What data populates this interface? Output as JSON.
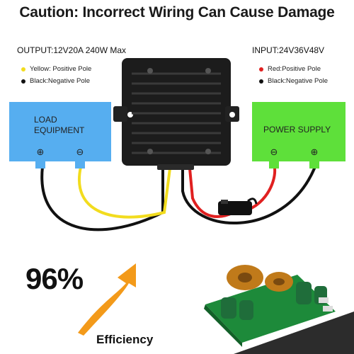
{
  "title": "Caution: Incorrect Wiring Can Cause Damage",
  "output": {
    "header": "OUTPUT:12V20A 240W Max",
    "legend": [
      {
        "label": "Yellow: Positive Pole",
        "color": "#f2dc1e"
      },
      {
        "label": "Black:Negative Pole",
        "color": "#111111"
      }
    ],
    "box_label_line1": "LOAD",
    "box_label_line2": "EQUIPMENT",
    "box_color": "#56aef0",
    "plus": "⊕",
    "minus": "⊖"
  },
  "input": {
    "header": "INPUT:24V36V48V",
    "legend": [
      {
        "label": "Red:Positive Pole",
        "color": "#e02020"
      },
      {
        "label": "Black:Negative Pole",
        "color": "#111111"
      }
    ],
    "box_label": "POWER SUPPLY",
    "box_color": "#5ee03a",
    "plus": "⊕",
    "minus": "⊖"
  },
  "efficiency": {
    "value": "96%",
    "label": "Efficiency"
  },
  "colors": {
    "yellow_wire": "#f2dc1e",
    "red_wire": "#e02020",
    "black_wire": "#111111",
    "converter": "#1c1c1c",
    "arrow": "#f39a1a"
  }
}
